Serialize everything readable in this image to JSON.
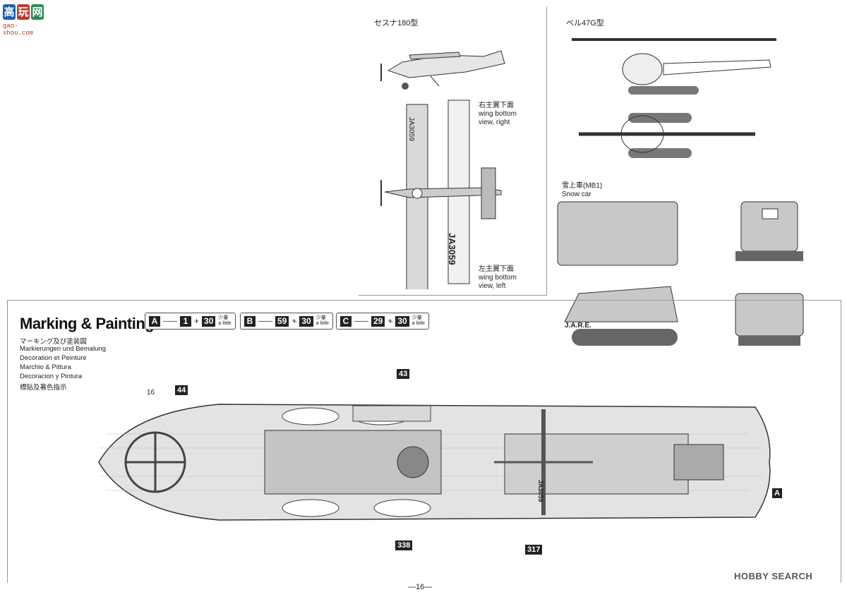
{
  "logo": {
    "chars": [
      "高",
      "玩",
      "网"
    ],
    "url": "gao-shou.com"
  },
  "cessna": {
    "title": "セスナ180型",
    "wing_right": {
      "jp": "右主翼下面",
      "en1": "wing bottom",
      "en2": "view, right"
    },
    "wing_left": {
      "jp": "左主翼下面",
      "en1": "wing bottom",
      "en2": "view, left"
    },
    "reg": "JA3059"
  },
  "bell": {
    "title": "ベル47G型"
  },
  "snowcar": {
    "title": "雪上車(MB1)",
    "en": "Snow car",
    "jare": "J.A.R.E."
  },
  "marking": {
    "title": "Marking & Painting",
    "lines": [
      "マーキング及び塗装図",
      "Markierungen und Bemalung",
      "Decoration et Peinture",
      "Marchio & Pittura",
      "Decoracion y Pintura",
      "標貼及著色指示"
    ]
  },
  "legend": [
    {
      "key": "A",
      "a": "1",
      "b": "30",
      "note_jp": "少量",
      "note_en": "a little"
    },
    {
      "key": "B",
      "a": "59",
      "b": "30",
      "note_jp": "少量",
      "note_en": "a little"
    },
    {
      "key": "C",
      "a": "29",
      "b": "30",
      "note_jp": "少量",
      "note_en": "a little"
    }
  ],
  "ship_labels": {
    "l43": "43",
    "l44": "44",
    "l16": "16",
    "l338": "338",
    "l317": "317",
    "lA": "A",
    "reg": "JA3059"
  },
  "page_number": "—16—",
  "watermark": "HOBBY SEARCH"
}
